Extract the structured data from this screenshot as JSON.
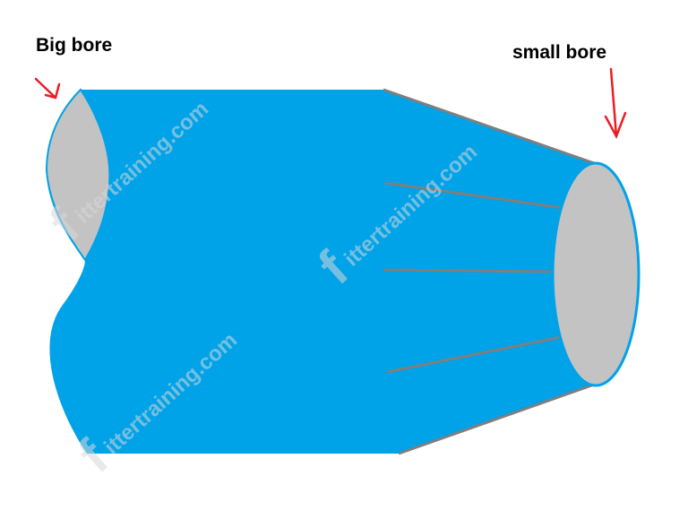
{
  "labels": {
    "big_bore": "Big bore",
    "small_bore": "small bore"
  },
  "watermark": {
    "letter": "f",
    "text": "ittertraining.com"
  },
  "colors": {
    "body": "#00a2e8",
    "bore_face": "#c3c3c3",
    "grey_lines": "#7f7f7f",
    "arrow": "#ed1c24",
    "watermark": "#d8d8d8"
  }
}
